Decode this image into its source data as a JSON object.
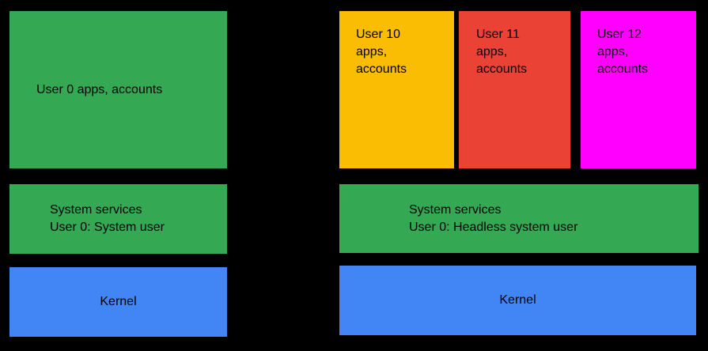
{
  "colors": {
    "background": "#000000",
    "green": "#34A853",
    "yellow": "#FBBC04",
    "red": "#EA4335",
    "magenta": "#FF00FF",
    "blue": "#4285F4",
    "text": "#000000"
  },
  "left_stack": {
    "user_apps_label": "User 0 apps, accounts",
    "system_services": {
      "line1": "System services",
      "line2": "User 0: System user"
    },
    "kernel_label": "Kernel"
  },
  "right_stack": {
    "users": [
      {
        "color": "#FBBC04",
        "lines": [
          "User 10",
          "apps,",
          "accounts"
        ]
      },
      {
        "color": "#EA4335",
        "lines": [
          "User 11",
          "apps,",
          "accounts"
        ]
      },
      {
        "color": "#FF00FF",
        "lines": [
          "User 12",
          "apps,",
          "accounts"
        ]
      }
    ],
    "system_services": {
      "line1": "System services",
      "line2": "User 0: Headless system user"
    },
    "kernel_label": "Kernel"
  }
}
